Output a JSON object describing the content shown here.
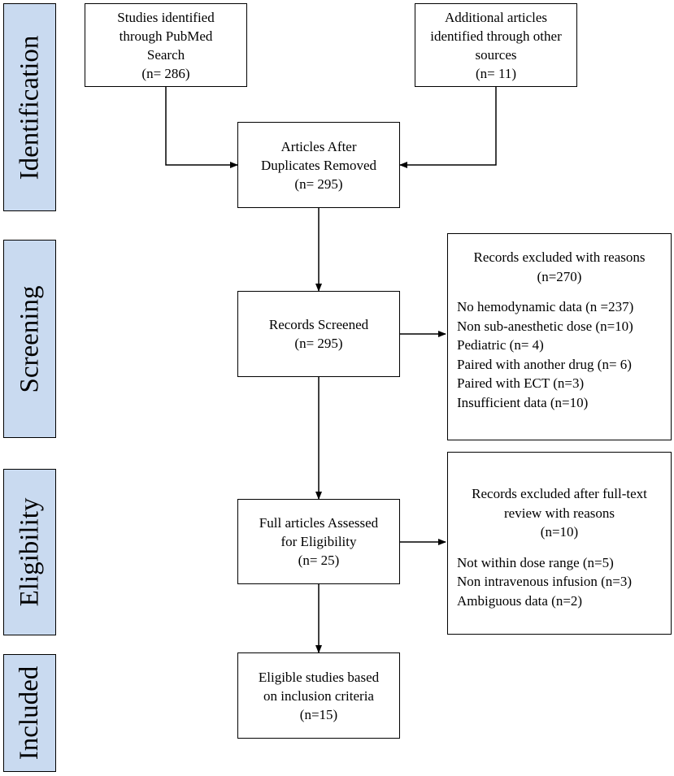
{
  "stages": [
    {
      "id": "identification",
      "label": "Identification"
    },
    {
      "id": "screening",
      "label": "Screening"
    },
    {
      "id": "eligibility",
      "label": "Eligibility"
    },
    {
      "id": "included",
      "label": "Included"
    }
  ],
  "boxes": {
    "pubmed": {
      "lines": [
        "Studies identified",
        "through PubMed",
        "Search",
        "(n= 286)"
      ]
    },
    "other_sources": {
      "lines": [
        "Additional articles",
        "identified through other",
        "sources",
        "(n= 11)"
      ]
    },
    "duplicates_removed": {
      "lines": [
        "Articles After",
        "Duplicates Removed",
        "(n= 295)"
      ]
    },
    "screened": {
      "lines": [
        "Records Screened",
        "(n= 295)"
      ]
    },
    "full_articles": {
      "lines": [
        "Full articles Assessed",
        "for Eligibility",
        "(n= 25)"
      ]
    },
    "eligible": {
      "lines": [
        "Eligible studies based",
        "on inclusion criteria",
        "(n=15)"
      ]
    }
  },
  "excluded_screening": {
    "header_lines": [
      "Records excluded with reasons",
      "(n=270)"
    ],
    "items": [
      "No hemodynamic data (n =237)",
      "Non sub-anesthetic dose (n=10)",
      "Pediatric (n= 4)",
      "Paired with another drug (n= 6)",
      "Paired with ECT  (n=3)",
      "Insufficient data (n=10)"
    ]
  },
  "excluded_fulltext": {
    "header_lines": [
      "Records excluded after full-text",
      "review with reasons",
      "(n=10)"
    ],
    "items": [
      "Not within dose range (n=5)",
      "Non intravenous infusion (n=3)",
      "Ambiguous data (n=2)"
    ]
  }
}
